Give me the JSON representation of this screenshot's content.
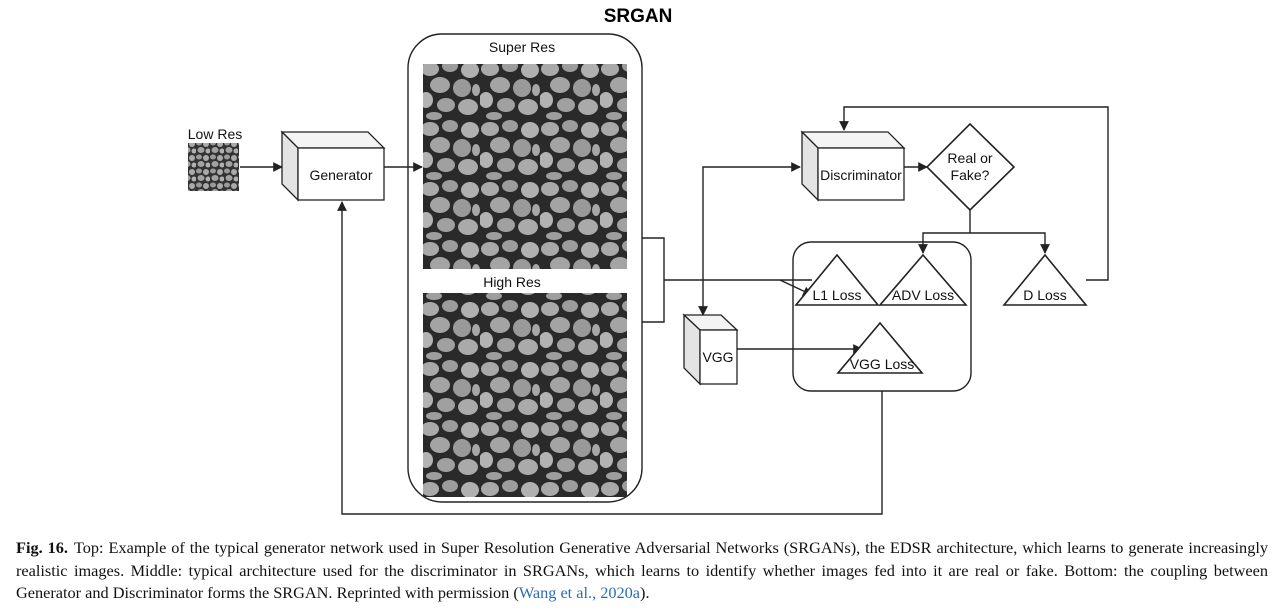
{
  "diagram": {
    "title": "SRGAN",
    "low_res_label": "Low Res",
    "generator_label": "Generator",
    "super_res_label": "Super Res",
    "high_res_label": "High Res",
    "vgg_label": "VGG",
    "discriminator_label": "Discriminator",
    "decision_label_line1": "Real or",
    "decision_label_line2": "Fake?",
    "losses": {
      "l1": "L1 Loss",
      "adv": "ADV Loss",
      "vgg": "VGG Loss",
      "d": "D Loss"
    }
  },
  "caption": {
    "fig_label": "Fig. 16.",
    "text": "Top: Example of the typical generator network used in Super Resolution Generative Adversarial Networks (SRGANs), the EDSR architecture, which learns to generate increasingly realistic images. Middle: typical architecture used for the discriminator in SRGANs, which learns to identify whether images fed into it are real or fake. Bottom: the coupling between Generator and Discriminator forms the SRGAN. Reprinted with permission (",
    "ref": "Wang et al., 2020a",
    "end": ")."
  }
}
